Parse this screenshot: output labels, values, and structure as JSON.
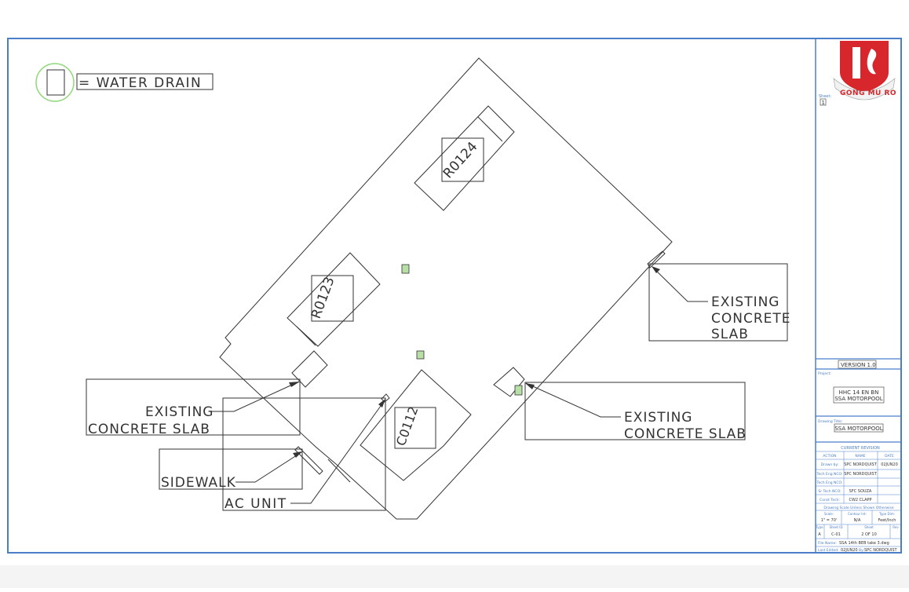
{
  "legend": {
    "symbol_label": "= WATER DRAIN"
  },
  "rooms": {
    "r0124": "R0124",
    "r0123": "R0123",
    "c0112": "C0112"
  },
  "callouts": {
    "slab_right": [
      "EXISTING",
      "CONCRETE",
      "SLAB"
    ],
    "slab_lower_right": [
      "EXISTING",
      "CONCRETE SLAB"
    ],
    "slab_left": [
      "EXISTING",
      "CONCRETE SLAB"
    ],
    "sidewalk": "SIDEWALK",
    "ac_unit": "AC UNIT"
  },
  "title_block": {
    "logo_motto": "GONG MU RO",
    "sheet_label": "Sheet:",
    "sheet_value": "1",
    "version": "VERSION 1.0",
    "project_label": "Project:",
    "project_lines": [
      "HHC 14 EN BN",
      "SSA MOTORPOOL"
    ],
    "drawing_title_label": "Drawing Title:",
    "drawing_title": "SSA MOTORPOOL",
    "current_revision": "CURRENT REVISION",
    "rev_headers": [
      "ACTION",
      "NAME",
      "DATE"
    ],
    "rev_rows": [
      [
        "Drawn by:",
        "SPC NORDQUIST",
        "02JUN20"
      ],
      [
        "Tech Eng NCO:",
        "SPC NORDQUIST",
        ""
      ],
      [
        "Tech Eng NCO:",
        "",
        ""
      ],
      [
        "Sr Tech NCO:",
        "SFC SOUZA",
        ""
      ],
      [
        "Const Tech:",
        "CW2 CLAPP",
        ""
      ]
    ],
    "scale_note": "Drawing Scale Unless Shown Otherwise",
    "scale_headers": [
      "Scale:",
      "Contour Int:",
      "Type Dim:"
    ],
    "scale_values": [
      "1\" = 70'",
      "N/A",
      "Feet/Inch"
    ],
    "sheet_headers": [
      "Type",
      "Sheet ID",
      "Sheet",
      "Rev"
    ],
    "sheet_values": [
      "A",
      "C-01",
      "2 OF 10",
      ""
    ],
    "file_name_label": "File Name:",
    "file_name": "SSA 14th BEB take 3.dwg",
    "last_edit_label": "Last Edited:",
    "last_edit_date": "02JUN20",
    "last_edit_by_label": "By:",
    "last_edit_by": "SPC NORDQUIST"
  },
  "colors": {
    "frame_blue": "#4a7ec9",
    "drain_green": "#b8e0a6",
    "legend_ring_green": "#8fd87a",
    "logo_red": "#d7262c",
    "drawing_line": "#333333"
  }
}
